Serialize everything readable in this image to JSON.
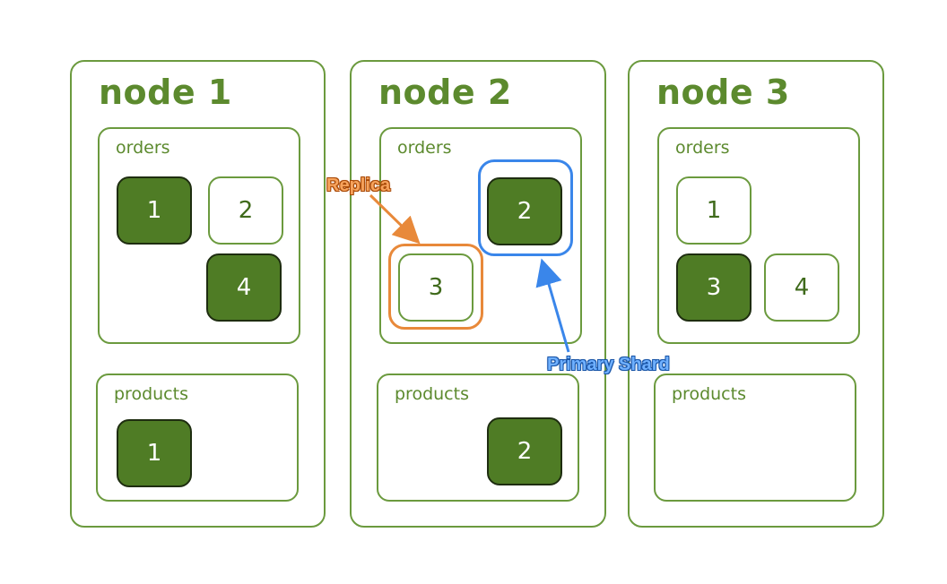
{
  "nodes": [
    {
      "title": "node 1",
      "indices": [
        {
          "name": "orders",
          "shards": [
            {
              "id": "1",
              "role": "primary"
            },
            {
              "id": "2",
              "role": "replica"
            },
            {
              "id": "4",
              "role": "primary"
            }
          ]
        },
        {
          "name": "products",
          "shards": [
            {
              "id": "1",
              "role": "primary"
            }
          ]
        }
      ]
    },
    {
      "title": "node 2",
      "indices": [
        {
          "name": "orders",
          "shards": [
            {
              "id": "2",
              "role": "primary"
            },
            {
              "id": "3",
              "role": "replica"
            }
          ]
        },
        {
          "name": "products",
          "shards": [
            {
              "id": "2",
              "role": "primary"
            }
          ]
        }
      ]
    },
    {
      "title": "node 3",
      "indices": [
        {
          "name": "orders",
          "shards": [
            {
              "id": "1",
              "role": "replica"
            },
            {
              "id": "3",
              "role": "primary"
            },
            {
              "id": "4",
              "role": "replica"
            }
          ]
        },
        {
          "name": "products",
          "shards": []
        }
      ]
    }
  ],
  "callouts": {
    "replica": "Replica",
    "primary": "Primary Shard"
  },
  "colors": {
    "node_border": "#6b9a3e",
    "primary_fill": "#4f7c25",
    "replica_callout": "#e8893a",
    "primary_callout": "#3a86ea"
  }
}
